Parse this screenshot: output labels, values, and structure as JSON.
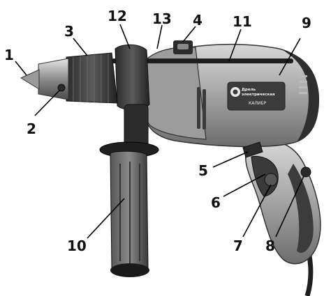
{
  "diagram": {
    "badge": {
      "product_line1": "Дрель",
      "product_line2": "электрическая",
      "brand": "КАЛИБР"
    },
    "callouts": [
      {
        "id": "1",
        "label": "1"
      },
      {
        "id": "2",
        "label": "2"
      },
      {
        "id": "3",
        "label": "3"
      },
      {
        "id": "4",
        "label": "4"
      },
      {
        "id": "5",
        "label": "5"
      },
      {
        "id": "6",
        "label": "6"
      },
      {
        "id": "7",
        "label": "7"
      },
      {
        "id": "8",
        "label": "8"
      },
      {
        "id": "9",
        "label": "9"
      },
      {
        "id": "10",
        "label": "10"
      },
      {
        "id": "11",
        "label": "11"
      },
      {
        "id": "12",
        "label": "12"
      },
      {
        "id": "13",
        "label": "13"
      }
    ]
  }
}
